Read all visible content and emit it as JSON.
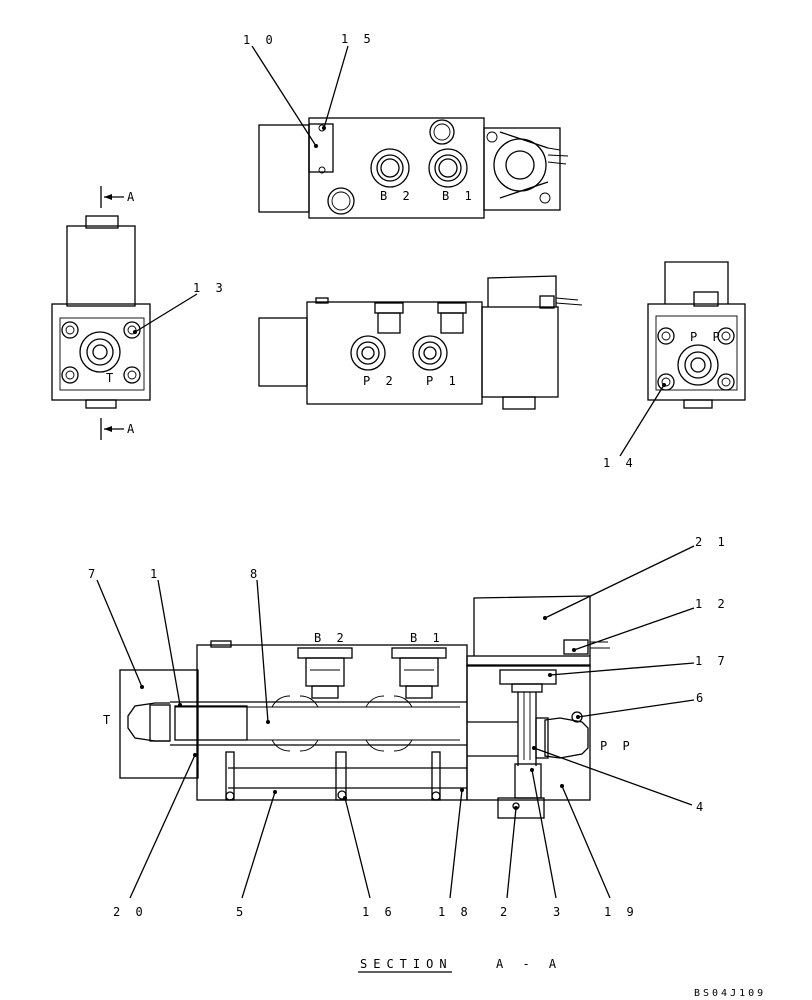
{
  "callouts": {
    "c1": "1",
    "c2": "2",
    "c3": "3",
    "c4": "4",
    "c5": "5",
    "c6": "6",
    "c7": "7",
    "c8": "8",
    "c10": "1 0",
    "c12": "1 2",
    "c13": "1 3",
    "c14": "1 4",
    "c15": "1 5",
    "c16": "1 6",
    "c17": "1 7",
    "c18": "1 8",
    "c19": "1 9",
    "c20": "2 0",
    "c21": "2 1"
  },
  "ports": {
    "b1": "B 1",
    "b2": "B 2",
    "p1": "P 1",
    "p2": "P 2",
    "pp": "P P",
    "t": "T"
  },
  "section_marks": {
    "a": "A"
  },
  "caption": {
    "section": "SECTION",
    "section_id": "A - A"
  },
  "drawing_code": "BS04J109"
}
